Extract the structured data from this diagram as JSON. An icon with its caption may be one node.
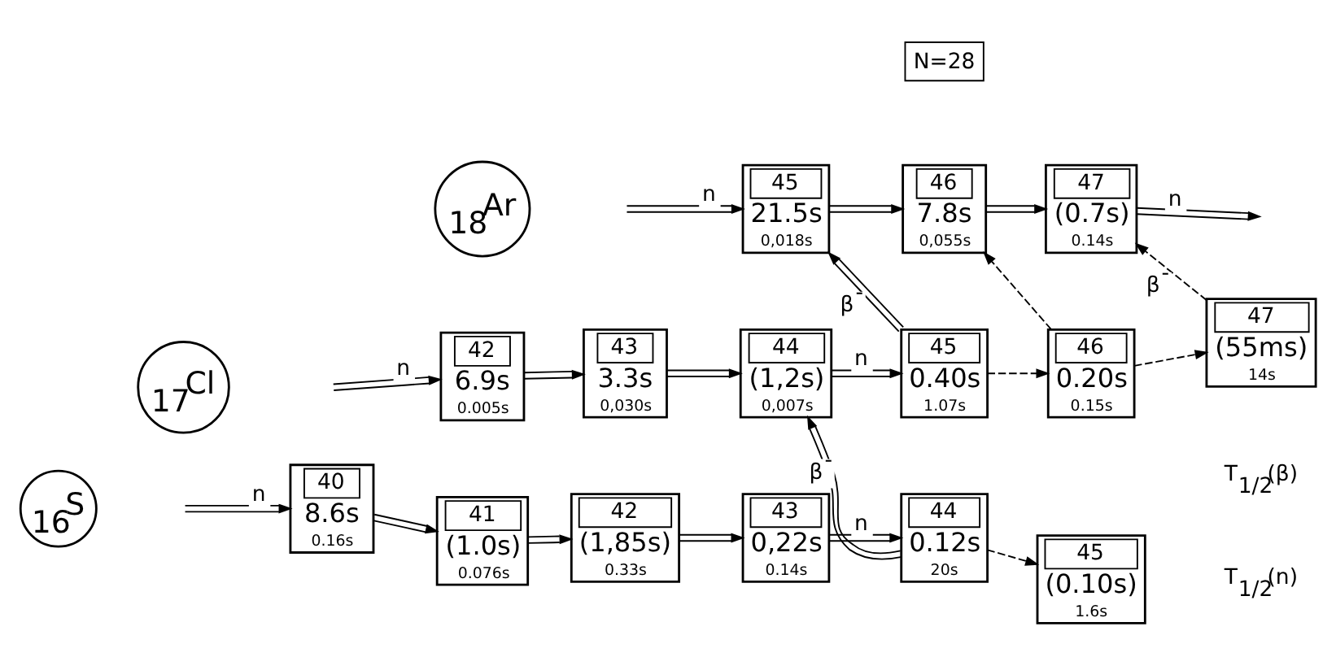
{
  "diagram": {
    "nodes": [
      {
        "text": [
          "$_{18}$Ar"
        ]
      },
      {
        "text": [
          "45",
          "21.5s",
          "0,018s"
        ]
      },
      {
        "text": [
          "46",
          "7.8s",
          "0,055s"
        ]
      },
      {
        "text": [
          "47",
          "(0.7s)",
          "0.14s"
        ]
      },
      {
        "text": [
          "$_{17}$Cl"
        ]
      },
      {
        "text": [
          "42",
          "6.9s",
          "0.005s"
        ]
      },
      {
        "text": [
          "43",
          "3.3s",
          "0,030s"
        ]
      },
      {
        "text": [
          "44",
          "(1,2s)",
          "0,007s"
        ]
      },
      {
        "text": [
          "45",
          "0.40s",
          "1.07s"
        ]
      },
      {
        "text": [
          "46",
          "0.20s",
          "0.15s"
        ]
      },
      {
        "text": [
          "47",
          "(55ms)",
          "14s"
        ]
      },
      {
        "text": [
          "$_{16}$S"
        ]
      },
      {
        "text": [
          "40",
          "8.6s",
          "0.16s"
        ]
      },
      {
        "text": [
          "41",
          "(1.0s)",
          "0.076s"
        ]
      },
      {
        "text": [
          "42",
          "(1,85s)",
          "0.33s"
        ]
      },
      {
        "text": [
          "43",
          "0,22s",
          "0.14s"
        ]
      },
      {
        "text": [
          "44",
          "0.12s",
          "20s"
        ]
      },
      {
        "text": [
          "45",
          "(0.10s)",
          "1.6s"
        ]
      }
    ],
    "edges": [
      {
        "from": null,
        "to": 1,
        "arrow": "to",
        "label": "n"
      },
      {
        "from": 1,
        "to": 2,
        "arrow": "to"
      },
      {
        "from": 2,
        "to": 3,
        "arrow": "to"
      },
      {
        "from": 3,
        "to": null,
        "arrow": "to",
        "label": "n"
      },
      {
        "from": null,
        "to": 5,
        "arrow": "to",
        "label": "n"
      },
      {
        "from": 5,
        "to": 6,
        "arrow": "to"
      },
      {
        "from": 6,
        "to": 7,
        "arrow": "to"
      },
      {
        "from": 7,
        "to": 8,
        "arrow": "to",
        "label": "n"
      },
      {
        "from": 8,
        "to": 1,
        "arrow": "to",
        "label": "β$^{-}$"
      },
      {
        "from": 9,
        "to": 2,
        "arrow": "to",
        "style": "dashed"
      },
      {
        "from": 10,
        "to": 3,
        "arrow": "to",
        "style": "dashed",
        "label": "β$^{-}$"
      },
      {
        "from": 16,
        "to": 7,
        "arrow": "to",
        "label": "β$^{-}$"
      },
      {
        "from": 8,
        "to": 9,
        "arrow": "to",
        "style": "dashed"
      },
      {
        "from": 9,
        "to": 10,
        "arrow": "to",
        "style": "dashed"
      },
      {
        "from": null,
        "to": 12,
        "arrow": "to",
        "label": "n"
      },
      {
        "from": 12,
        "to": 13,
        "arrow": "to"
      },
      {
        "from": 13,
        "to": 14,
        "arrow": "to"
      },
      {
        "from": 14,
        "to": 15,
        "arrow": "to"
      },
      {
        "from": 15,
        "to": 16,
        "arrow": "to",
        "label": "n"
      },
      {
        "from": 16,
        "to": 17,
        "arrow": "to",
        "style": "dashed"
      }
    ],
    "labels": [
      "N=28",
      "T$_{1/2}$(β)",
      "T$_{1/2}$(n)"
    ]
  }
}
